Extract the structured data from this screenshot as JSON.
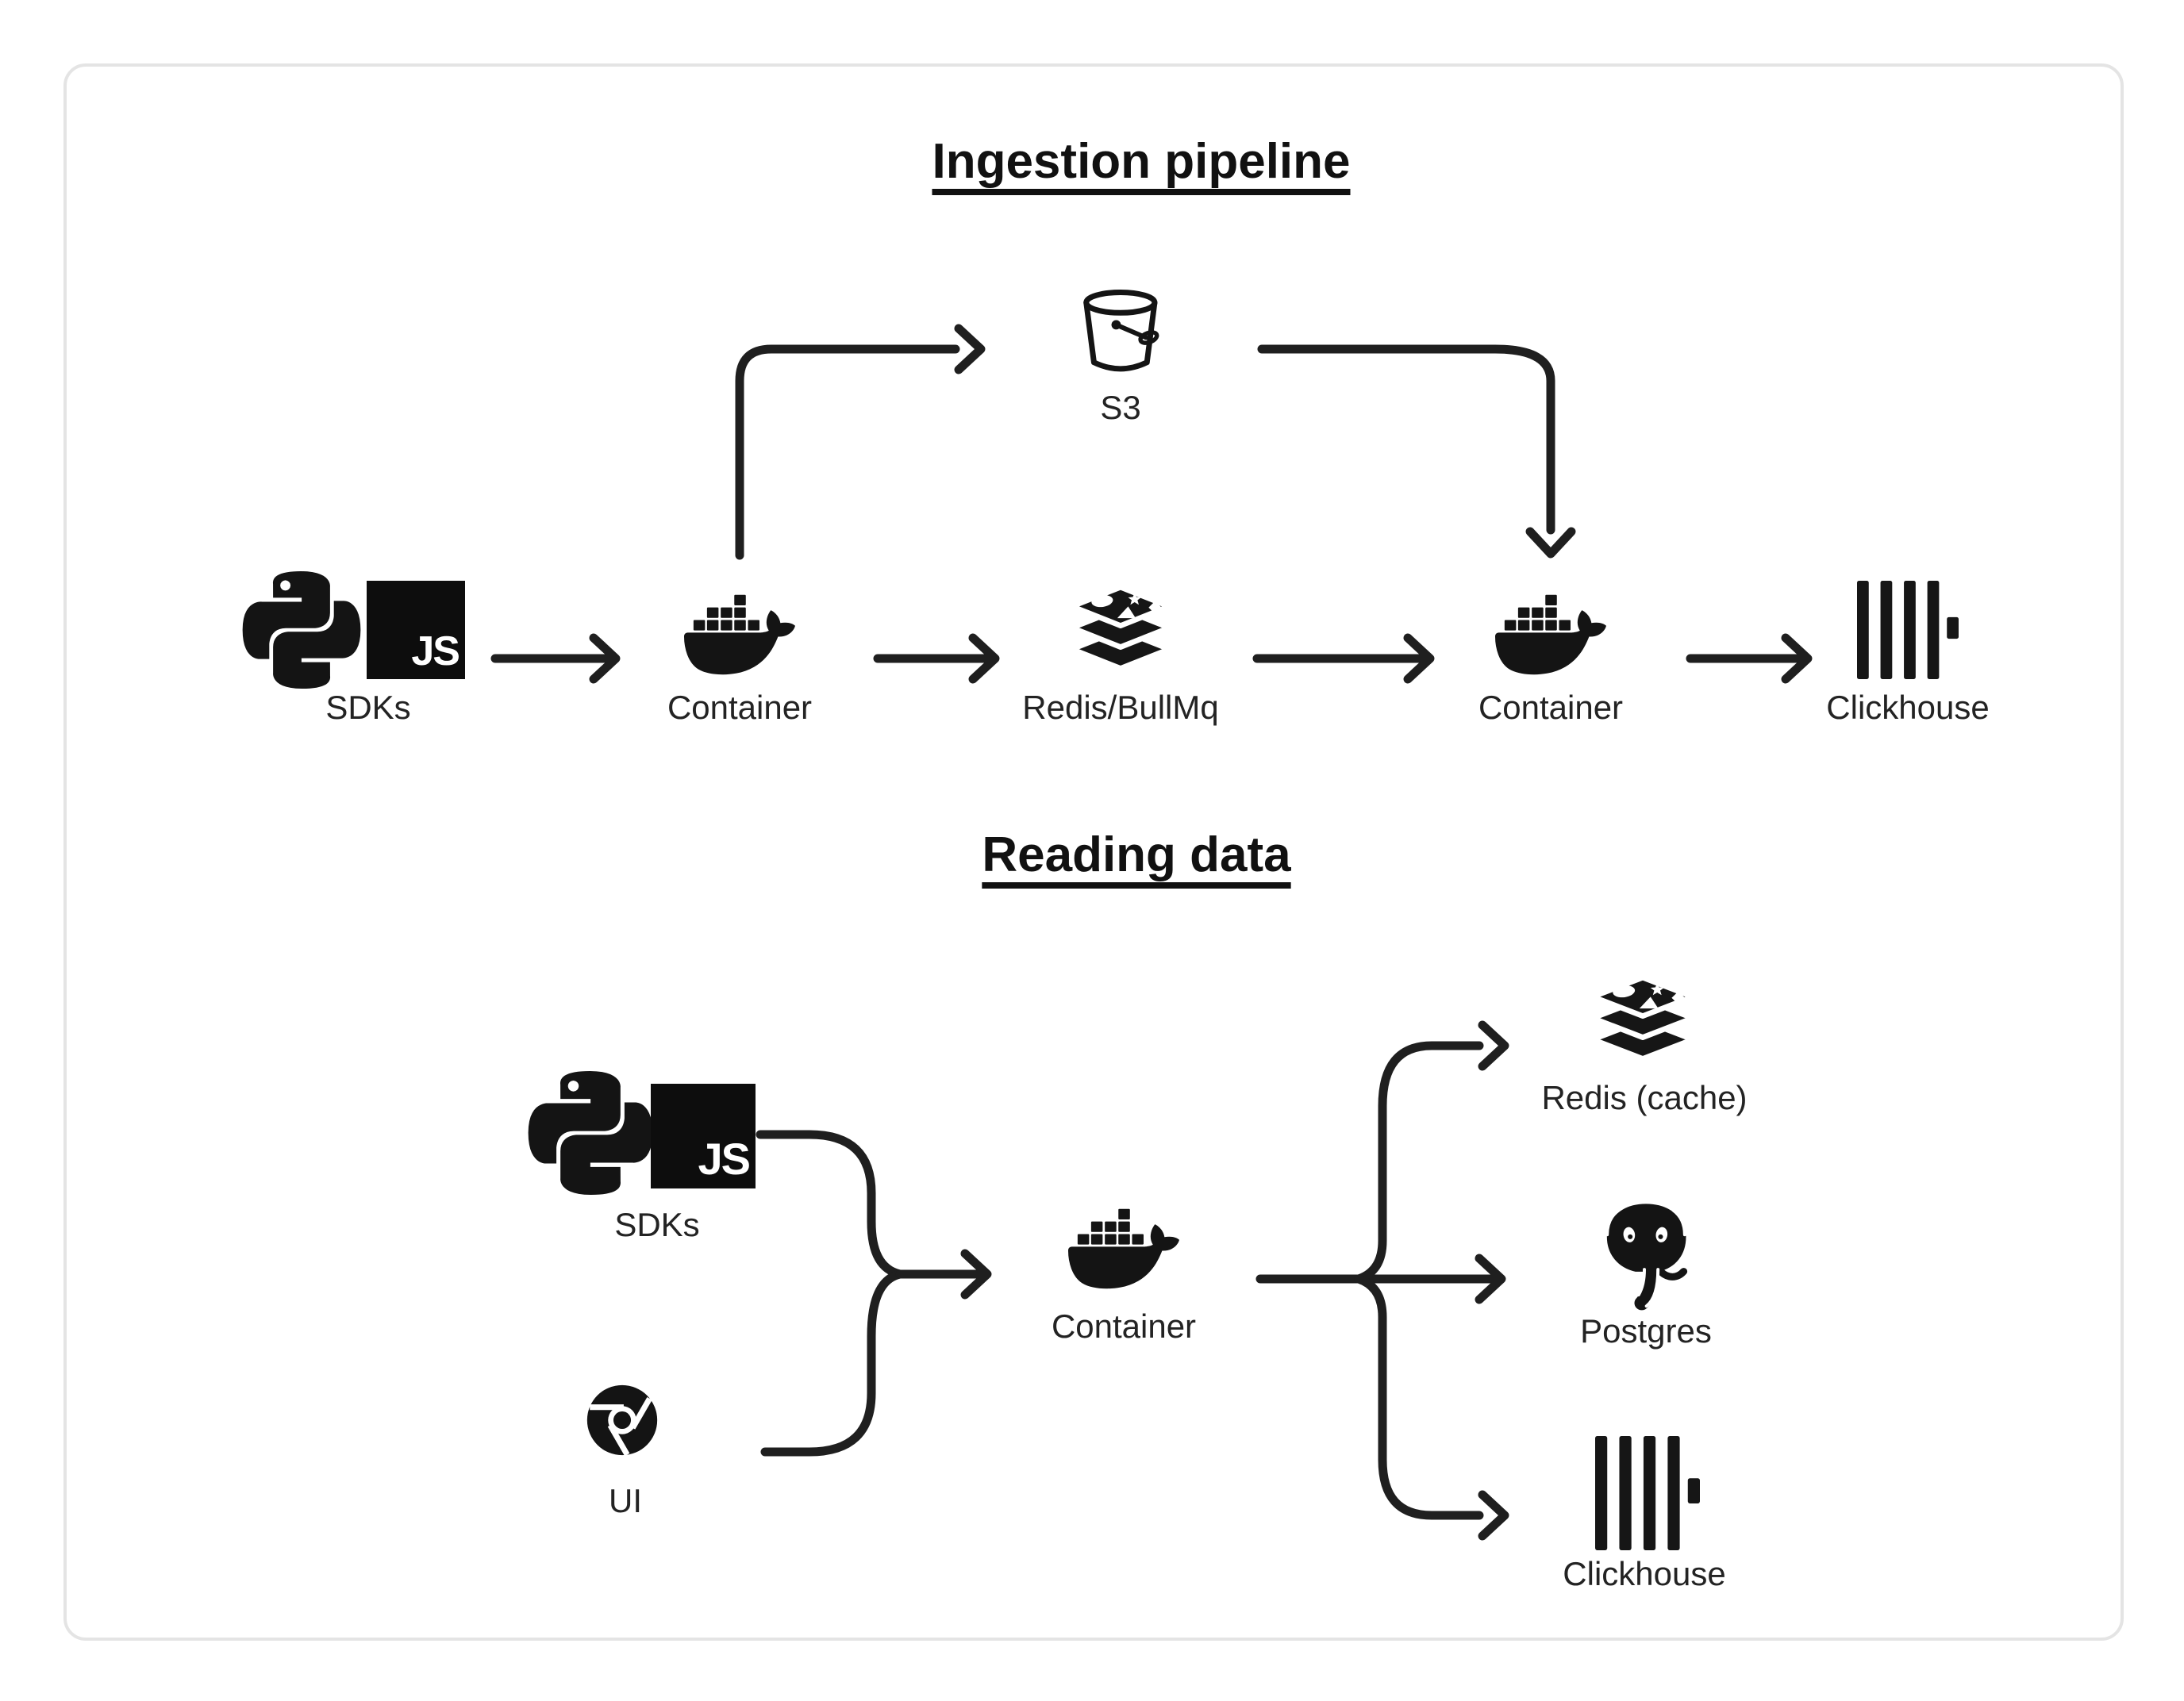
{
  "colors": {
    "background": "#ffffff",
    "card_border": "#e4e4e4",
    "ink": "#1f1f1f"
  },
  "sections": {
    "ingestion": {
      "title": "Ingestion pipeline",
      "nodes": {
        "sdks": {
          "label": "SDKs",
          "icons": [
            "python-icon",
            "javascript-icon"
          ],
          "js_text": "JS"
        },
        "container_in": {
          "label": "Container",
          "icon": "docker-icon"
        },
        "s3": {
          "label": "S3",
          "icon": "s3-bucket-icon"
        },
        "redis_queue": {
          "label": "Redis/BullMq",
          "icon": "redis-icon"
        },
        "container_worker": {
          "label": "Container",
          "icon": "docker-icon"
        },
        "clickhouse": {
          "label": "Clickhouse",
          "icon": "clickhouse-icon"
        }
      },
      "edges": [
        "SDKs -> Container",
        "Container -> S3",
        "Container -> Redis/BullMq",
        "S3 -> Container",
        "Redis/BullMq -> Container",
        "Container -> Clickhouse"
      ]
    },
    "reading": {
      "title": "Reading data",
      "nodes": {
        "sdks": {
          "label": "SDKs",
          "icons": [
            "python-icon",
            "javascript-icon"
          ],
          "js_text": "JS"
        },
        "ui": {
          "label": "UI",
          "icon": "chrome-icon"
        },
        "container": {
          "label": "Container",
          "icon": "docker-icon"
        },
        "redis_cache": {
          "label": "Redis (cache)",
          "icon": "redis-icon"
        },
        "postgres": {
          "label": "Postgres",
          "icon": "postgresql-icon"
        },
        "clickhouse": {
          "label": "Clickhouse",
          "icon": "clickhouse-icon"
        }
      },
      "edges": [
        "SDKs -> Container",
        "UI -> Container",
        "Container -> Redis (cache)",
        "Container -> Postgres",
        "Container -> Clickhouse"
      ]
    }
  }
}
